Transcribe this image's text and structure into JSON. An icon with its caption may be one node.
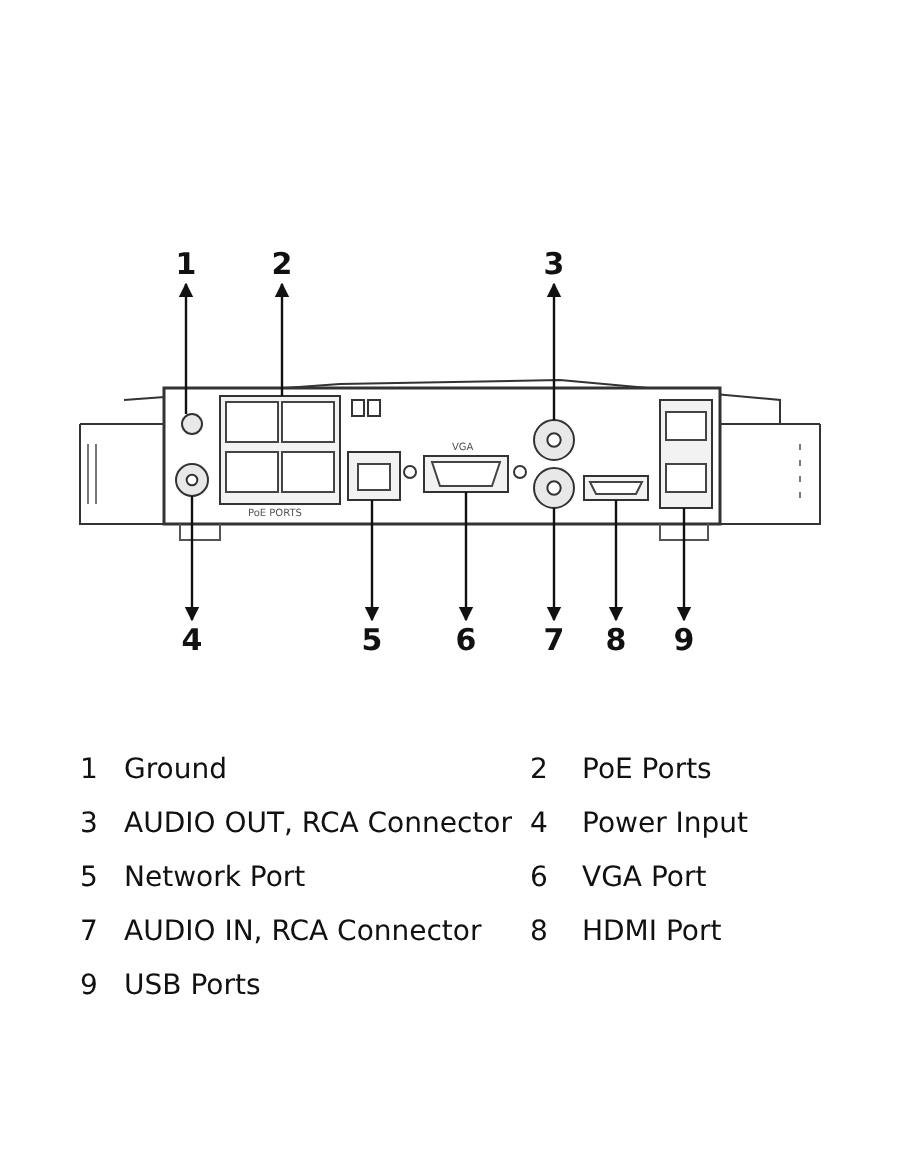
{
  "diagram": {
    "nodes": [
      {
        "text": [
          "1"
        ]
      },
      {
        "text": [
          "2"
        ]
      },
      {
        "text": [
          "3"
        ]
      },
      {
        "text": [
          "4"
        ]
      },
      {
        "text": [
          "5"
        ]
      },
      {
        "text": [
          "6"
        ]
      },
      {
        "text": [
          "7"
        ]
      },
      {
        "text": [
          "8"
        ]
      },
      {
        "text": [
          "9"
        ]
      },
      {
        "text": [],
        "shape": "circle"
      },
      {
        "text": [],
        "shape": "box",
        "beside": [
          "PoE PORTS"
        ]
      },
      {
        "text": [],
        "shape": "circle"
      },
      {
        "text": [],
        "shape": "circle"
      },
      {
        "text": [],
        "shape": "box"
      },
      {
        "text": [],
        "shape": "box",
        "beside": [
          "VGA"
        ]
      },
      {
        "text": [],
        "shape": "circle"
      },
      {
        "text": [],
        "shape": "box"
      },
      {
        "text": [],
        "shape": "box"
      }
    ],
    "edges": [
      {
        "from": 9,
        "to": 0,
        "arrow": "to"
      },
      {
        "from": 10,
        "to": 1,
        "arrow": "to"
      },
      {
        "from": 11,
        "to": 2,
        "arrow": "to"
      },
      {
        "from": 12,
        "to": 3,
        "arrow": "to"
      },
      {
        "from": 13,
        "to": 4,
        "arrow": "to"
      },
      {
        "from": 14,
        "to": 5,
        "arrow": "to"
      },
      {
        "from": 15,
        "to": 6,
        "arrow": "to"
      },
      {
        "from": 16,
        "to": 7,
        "arrow": "to"
      },
      {
        "from": 17,
        "to": 8,
        "arrow": "to"
      }
    ],
    "labels": [
      "1",
      "Ground",
      "2",
      "PoE Ports",
      "3",
      "AUDIO OUT, RCA Connector",
      "4",
      "Power Input",
      "5",
      "Network Port",
      "6",
      "VGA Port",
      "7",
      "AUDIO IN, RCA Connector",
      "8",
      "HDMI Port",
      "9",
      "USB Ports"
    ]
  }
}
